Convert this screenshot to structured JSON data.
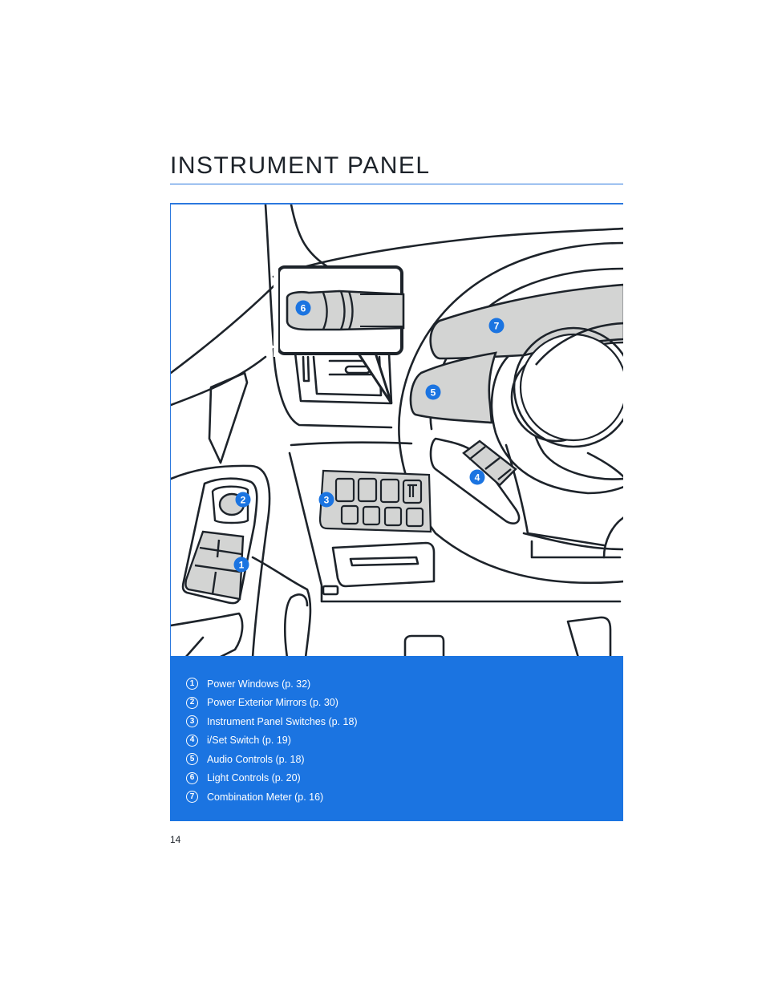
{
  "page_title": "INSTRUMENT PANEL",
  "page_number": "14",
  "colors": {
    "accent": "#1b74e1",
    "panel_gray": "#d3d4d3",
    "line": "#1d232a"
  },
  "callouts": [
    "1",
    "2",
    "3",
    "4",
    "5",
    "6",
    "7"
  ],
  "legend": [
    {
      "num": "1",
      "label": "Power Windows (p. 32)"
    },
    {
      "num": "2",
      "label": "Power Exterior Mirrors (p. 30)"
    },
    {
      "num": "3",
      "label": "Instrument Panel Switches (p. 18)"
    },
    {
      "num": "4",
      "label": "i/Set Switch (p. 19)"
    },
    {
      "num": "5",
      "label": "Audio Controls (p. 18)"
    },
    {
      "num": "6",
      "label": "Light Controls (p. 20)"
    },
    {
      "num": "7",
      "label": "Combination Meter (p. 16)"
    }
  ]
}
